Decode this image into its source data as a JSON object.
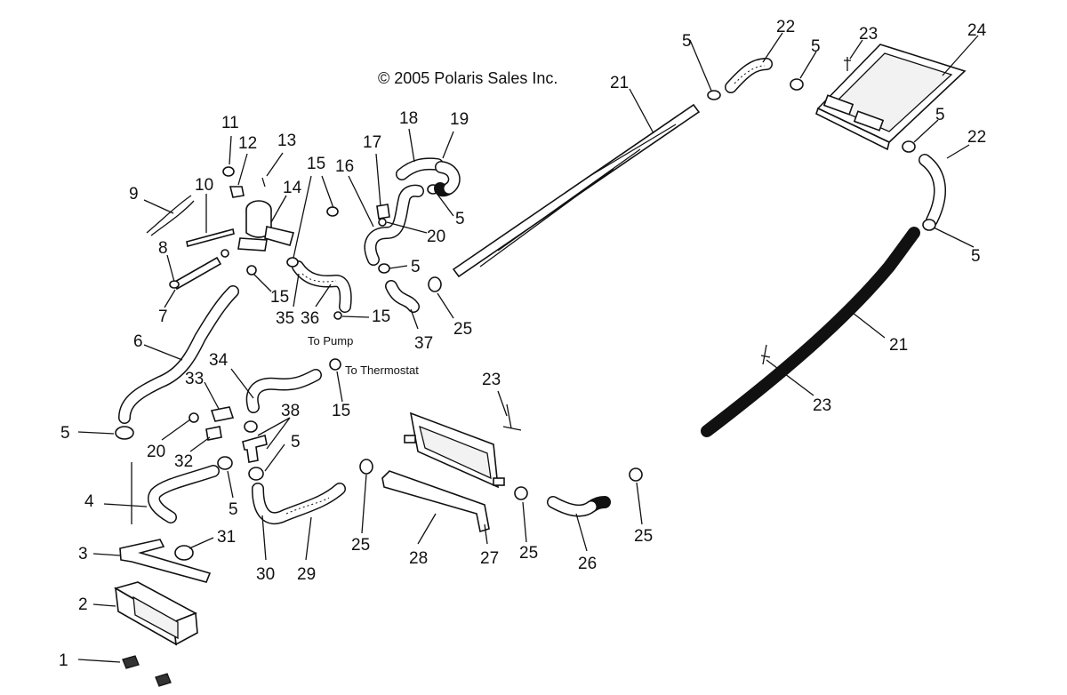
{
  "copyright": "© 2005 Polaris Sales Inc.",
  "notes": {
    "to_pump": "To Pump",
    "to_thermostat": "To Thermostat"
  },
  "labels": {
    "l1": "1",
    "l2": "2",
    "l3": "3",
    "l4": "4",
    "l5a": "5",
    "l5b": "5",
    "l5c": "5",
    "l5d": "5",
    "l5e": "5",
    "l5f": "5",
    "l5g": "5",
    "l5h": "5",
    "l5i": "5",
    "l6": "6",
    "l7": "7",
    "l8": "8",
    "l9": "9",
    "l10": "10",
    "l11": "11",
    "l12": "12",
    "l13": "13",
    "l14": "14",
    "l15a": "15",
    "l15b": "15",
    "l15c": "15",
    "l15d": "15",
    "l16": "16",
    "l17": "17",
    "l18": "18",
    "l19": "19",
    "l20a": "20",
    "l20b": "20",
    "l21a": "21",
    "l21b": "21",
    "l22a": "22",
    "l22b": "22",
    "l23a": "23",
    "l23b": "23",
    "l23c": "23",
    "l24": "24",
    "l25a": "25",
    "l25b": "25",
    "l25c": "25",
    "l25d": "25",
    "l26": "26",
    "l27": "27",
    "l28": "28",
    "l29": "29",
    "l30": "30",
    "l31": "31",
    "l32": "32",
    "l33": "33",
    "l34": "34",
    "l35": "35",
    "l36": "36",
    "l37": "37",
    "l38": "38"
  }
}
